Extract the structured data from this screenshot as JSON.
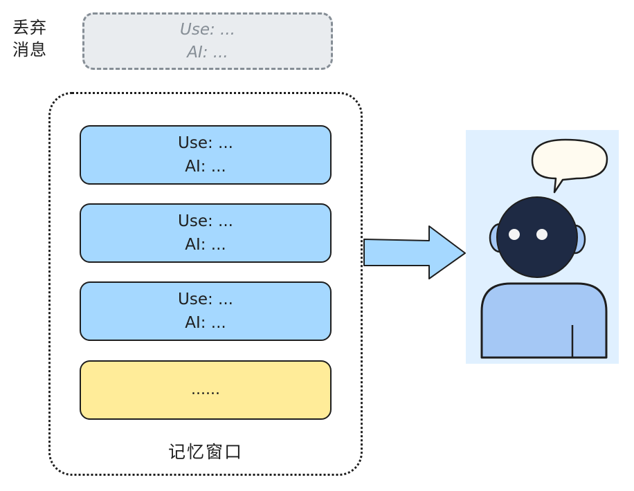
{
  "discarded": {
    "label_line1": "丢弃",
    "label_line2": "消息",
    "user_line": "Use: ...",
    "ai_line": "AI: ..."
  },
  "memory_window": {
    "label": "记忆窗口",
    "messages": [
      {
        "user_line": "Use: ...",
        "ai_line": "AI: ..."
      },
      {
        "user_line": "Use: ...",
        "ai_line": "AI: ..."
      },
      {
        "user_line": "Use: ...",
        "ai_line": "AI: ..."
      }
    ],
    "more": "......"
  },
  "colors": {
    "message_fill": "#a5d8ff",
    "more_fill": "#ffec99",
    "discarded_fill": "#e9ecef",
    "panel_fill": "#e0f0ff",
    "head_fill": "#1e2a44",
    "body_fill": "#a5c8f5",
    "bubble_fill": "#fffbf0"
  },
  "icons": {
    "arrow": "right-arrow-icon",
    "agent": "robot-agent-icon",
    "speech": "speech-bubble-icon"
  }
}
